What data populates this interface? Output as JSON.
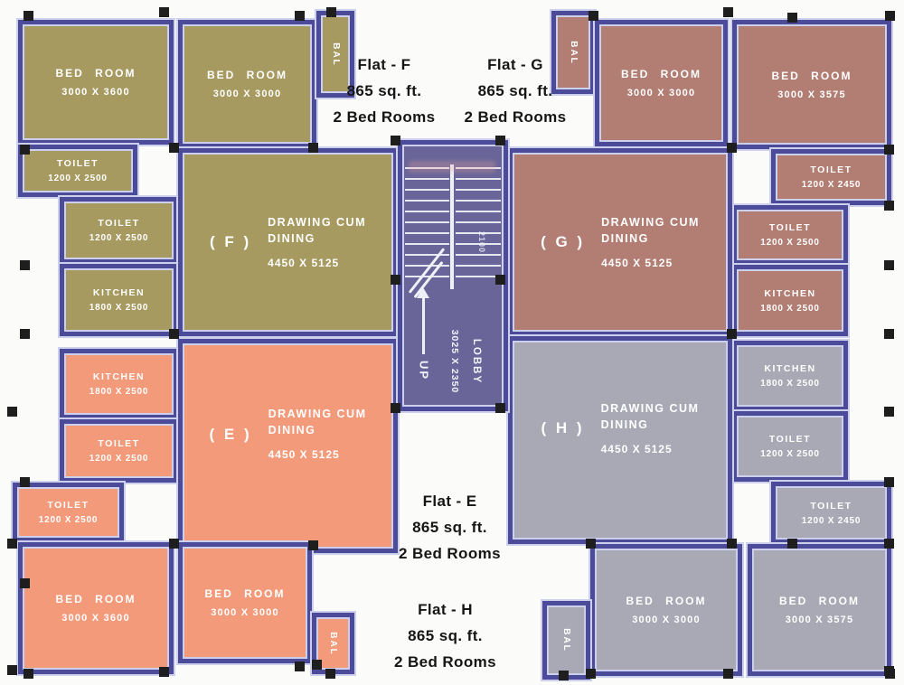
{
  "colors": {
    "background": "#fbfbf9",
    "flat_f": "#a69a61",
    "flat_g": "#b27d72",
    "flat_e": "#f39a7b",
    "flat_h": "#a9a9b5",
    "lobby": "#6a6598",
    "wall": "#4b4b9a",
    "wall_light": "#ccd0ec",
    "column": "#1e1e1e",
    "room_text": "#ffffff",
    "label_text": "#161616"
  },
  "annotations": {
    "f": {
      "lines": [
        "Flat - F",
        "865 sq. ft.",
        "2 Bed Rooms"
      ]
    },
    "g": {
      "lines": [
        "Flat - G",
        "865 sq. ft.",
        "2 Bed Rooms"
      ]
    },
    "e": {
      "lines": [
        "Flat - E",
        "865 sq. ft.",
        "2 Bed Rooms"
      ]
    },
    "h": {
      "lines": [
        "Flat - H",
        "865 sq. ft.",
        "2 Bed Rooms"
      ]
    }
  },
  "flats": {
    "f": {
      "code": "( F )",
      "bed1": {
        "name": "BED ROOM",
        "dim": "3000 X 3600"
      },
      "bed2": {
        "name": "BED ROOM",
        "dim": "3000 X 3000"
      },
      "toilet1": {
        "name": "TOILET",
        "dim": "1200 X 2500"
      },
      "toilet2": {
        "name": "TOILET",
        "dim": "1200 X 2500"
      },
      "kitchen": {
        "name": "KITCHEN",
        "dim": "1800 X 2500"
      },
      "living": {
        "line1": "DRAWING CUM",
        "line2": "DINING",
        "dim": "4450 X 5125"
      },
      "balcony": "BAL"
    },
    "g": {
      "code": "( G )",
      "bed1": {
        "name": "BED ROOM",
        "dim": "3000 X 3000"
      },
      "bed2": {
        "name": "BED ROOM",
        "dim": "3000 X 3575"
      },
      "toilet1": {
        "name": "TOILET",
        "dim": "1200 X 2450"
      },
      "toilet2": {
        "name": "TOILET",
        "dim": "1200 X 2500"
      },
      "kitchen": {
        "name": "KITCHEN",
        "dim": "1800 X 2500"
      },
      "living": {
        "line1": "DRAWING CUM",
        "line2": "DINING",
        "dim": "4450 X 5125"
      },
      "balcony": "BAL"
    },
    "e": {
      "code": "( E )",
      "bed1": {
        "name": "BED ROOM",
        "dim": "3000 X 3600"
      },
      "bed2": {
        "name": "BED ROOM",
        "dim": "3000 X 3000"
      },
      "toilet1": {
        "name": "TOILET",
        "dim": "1200 X 2500"
      },
      "toilet2": {
        "name": "TOILET",
        "dim": "1200 X 2500"
      },
      "kitchen": {
        "name": "KITCHEN",
        "dim": "1800 X 2500"
      },
      "living": {
        "line1": "DRAWING CUM",
        "line2": "DINING",
        "dim": "4450 X 5125"
      },
      "balcony": "BAL"
    },
    "h": {
      "code": "( H )",
      "bed1": {
        "name": "BED ROOM",
        "dim": "3000 X 3000"
      },
      "bed2": {
        "name": "BED ROOM",
        "dim": "3000 X 3575"
      },
      "toilet1": {
        "name": "TOILET",
        "dim": "1200 X 2500"
      },
      "toilet2": {
        "name": "TOILET",
        "dim": "1200 X 2450"
      },
      "kitchen": {
        "name": "KITCHEN",
        "dim": "1800 X 2500"
      },
      "living": {
        "line1": "DRAWING CUM",
        "line2": "DINING",
        "dim": "4450 X 5125"
      },
      "balcony": "BAL"
    }
  },
  "lobby": {
    "up_label": "UP",
    "name": "LOBBY",
    "dim": "3025 X 2350",
    "stair_dim": "2100"
  }
}
